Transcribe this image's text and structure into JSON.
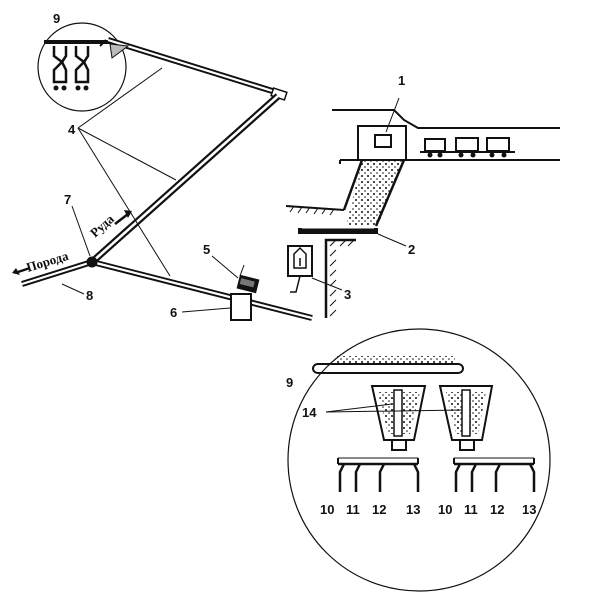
{
  "diagram": {
    "labels": {
      "n1": "1",
      "n2": "2",
      "n3": "3",
      "n4": "4",
      "n5": "5",
      "n6": "6",
      "n7": "7",
      "n8": "8",
      "n9_top": "9",
      "n9_detail": "9",
      "n10_a": "10",
      "n11_a": "11",
      "n12_a": "12",
      "n13_a": "13",
      "n10_b": "10",
      "n11_b": "11",
      "n12_b": "12",
      "n13_b": "13",
      "n14": "14"
    },
    "flows": {
      "ore": "Руда",
      "waste": "Порода"
    },
    "colors": {
      "ink": "#111111",
      "paper": "#ffffff",
      "fill_gray": "#9a9a9a"
    }
  }
}
